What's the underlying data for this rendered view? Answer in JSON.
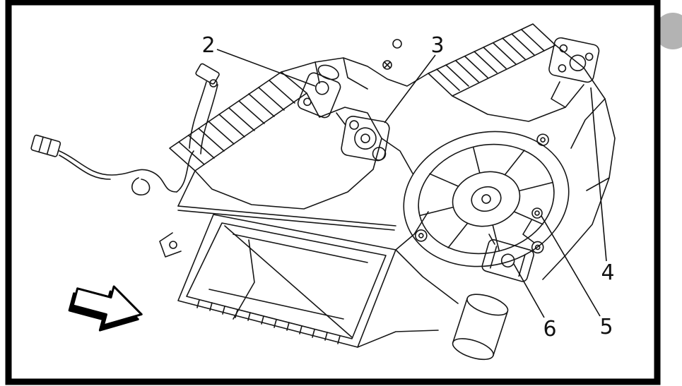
{
  "figure": {
    "description": "HVAC heater and air distribution module line diagram with numbered component callouts",
    "callouts": [
      {
        "label": "2"
      },
      {
        "label": "3"
      },
      {
        "label": "4"
      },
      {
        "label": "5"
      },
      {
        "label": "6"
      }
    ],
    "colors": {
      "frame": "#000000",
      "line_art": "#161616",
      "background": "#ffffff",
      "corner_badge": "#b3b3b3",
      "arrow_fill": "#ffffff",
      "arrow_shadow": "#000000"
    }
  }
}
